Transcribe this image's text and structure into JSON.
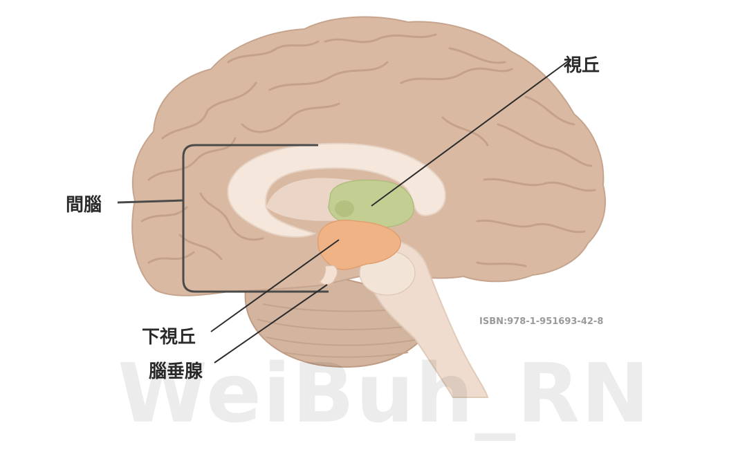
{
  "labels": {
    "thalamus": "視丘",
    "diencephalon": "間腦",
    "hypothalamus": "下視丘",
    "pituitary": "腦垂腺"
  },
  "isbn": "ISBN:978-1-951693-42-8",
  "watermark": "WeiBuh_RN",
  "colors": {
    "cortex": "#d9b9a2",
    "thalamus": "#c3cf92",
    "hypothalamus": "#efb385",
    "brainstem": "#efdccf",
    "corpus_callosum": "#f5e7dc",
    "leader_lines": "#2b2b2b"
  }
}
